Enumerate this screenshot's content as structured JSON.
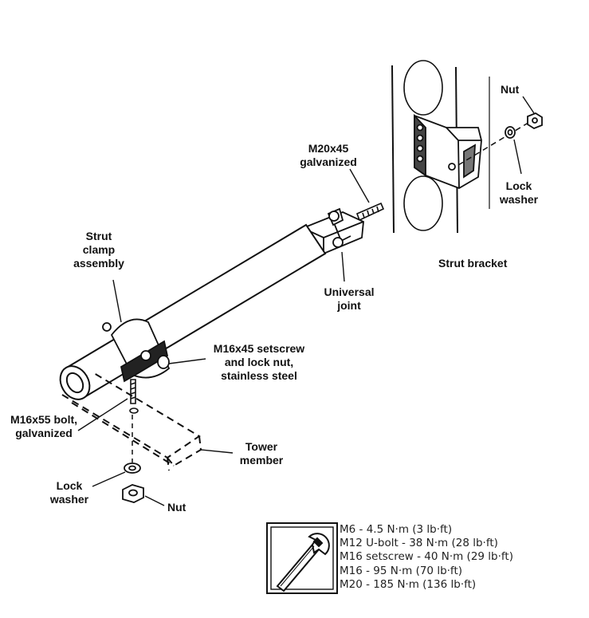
{
  "labels": {
    "nut_top": "Nut",
    "lock_washer_top": [
      "Lock",
      "washer"
    ],
    "m20": [
      "M20x45",
      "galvanized"
    ],
    "strut_bracket": "Strut bracket",
    "strut_clamp": [
      "Strut",
      "clamp",
      "assembly"
    ],
    "universal_joint": [
      "Universal",
      "joint"
    ],
    "setscrew": [
      "M16x45 setscrew",
      "and lock nut,",
      "stainless steel"
    ],
    "m16_bolt": [
      "M16x55 bolt,",
      "galvanized"
    ],
    "tower_member": [
      "Tower",
      "member"
    ],
    "lock_washer_bottom": [
      "Lock",
      "washer"
    ],
    "nut_bottom": "Nut"
  },
  "torque_specs": [
    "M6 - 4.5 N·m (3 lb·ft)",
    "M12 U-bolt - 38 N·m (28 lb·ft)",
    "M16 setscrew - 40 N·m (29 lb·ft)",
    "M16 - 95 N·m (70 lb·ft)",
    "M20 - 185 N·m (136 lb·ft)"
  ],
  "icons": {
    "torque": "wrench-icon"
  }
}
